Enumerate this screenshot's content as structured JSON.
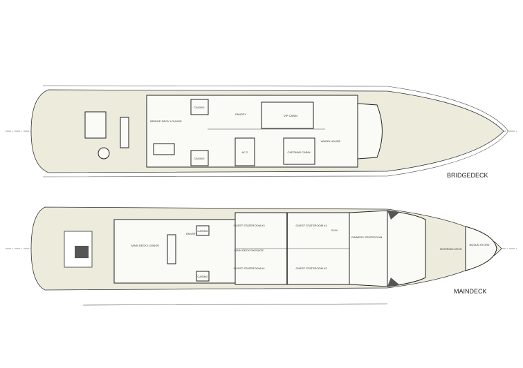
{
  "decks": [
    {
      "name": "BRIDGEDECK",
      "rooms": [
        "BRIDGE DECK LOUNGE",
        "CASING",
        "CASING",
        "PANTRY",
        "VIP CABIN",
        "AC 2",
        "CAPTAINS CABIN",
        "WHEELHOUSE"
      ]
    },
    {
      "name": "MAINDECK",
      "rooms": [
        "MAIN DECK LOUNGE",
        "CASING",
        "CASING",
        "PANTRY",
        "GUEST STATEROOM #3",
        "GUEST STATEROOM #1",
        "GUEST STATEROOM #4",
        "GUEST STATEROOM #2",
        "GYM",
        "MAIN DECK PASSAGE",
        "OWNERS' STATEROOM",
        "MOORING DECK",
        "BOSUN STORE"
      ]
    }
  ],
  "colors": {
    "teak_deck": "#ecebdc",
    "lines": "#222222",
    "background": "#ffffff"
  }
}
